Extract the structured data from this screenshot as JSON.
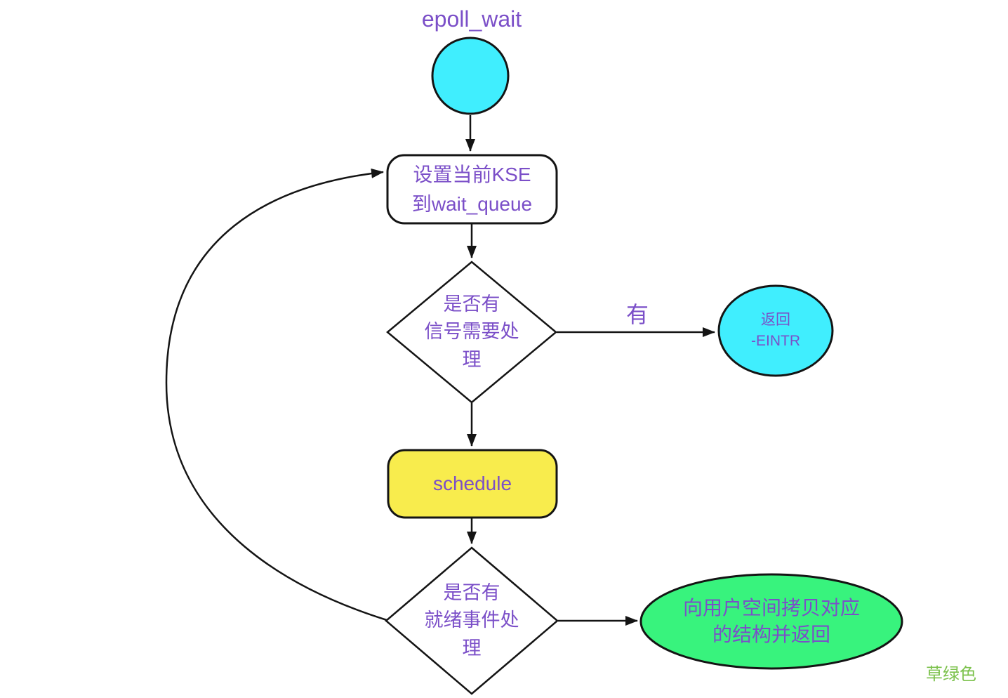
{
  "title": "epoll_wait",
  "nodes": {
    "set_kse": {
      "lines": [
        "设置当前KSE",
        "到wait_queue"
      ]
    },
    "signal_decision": {
      "lines": [
        "是否有",
        "信号需要处",
        "理"
      ]
    },
    "return_eintr": {
      "lines": [
        "返回",
        "-EINTR"
      ]
    },
    "schedule": {
      "label": "schedule"
    },
    "ready_decision": {
      "lines": [
        "是否有",
        "就绪事件处",
        "理"
      ]
    },
    "copy_to_user": {
      "lines": [
        "向用户空间拷贝对应",
        "的结构并返回"
      ]
    }
  },
  "edges": {
    "signal_yes_label": "有"
  },
  "watermark": "草绿色",
  "colors": {
    "node_cyan": "#40EEFE",
    "node_yellow": "#F8EC4D",
    "node_green": "#38F37D",
    "node_white": "#FFFFFF",
    "text_purple": "#7B4FC8",
    "watermark_green": "#7CC24C",
    "stroke_black": "#141414"
  }
}
